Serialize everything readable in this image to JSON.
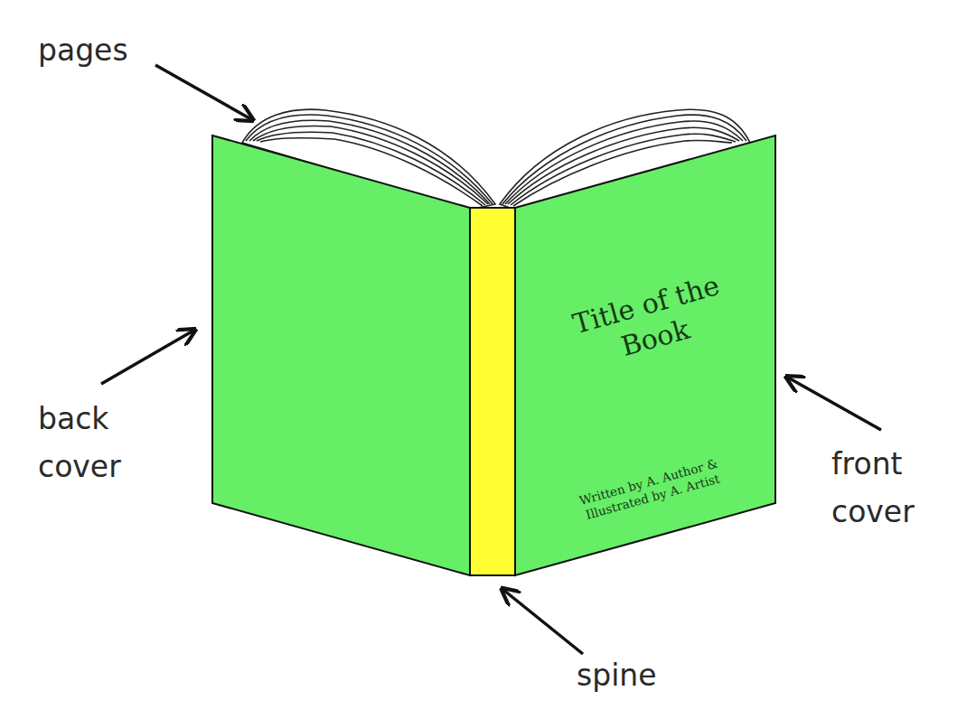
{
  "diagram": {
    "nodes": [
      {
        "text": [
          "Title of the Book",
          "Written by A. Author & Illustrated by A. Artist"
        ]
      }
    ],
    "labels": [
      "pages",
      "back cover",
      "front cover",
      "spine"
    ]
  }
}
